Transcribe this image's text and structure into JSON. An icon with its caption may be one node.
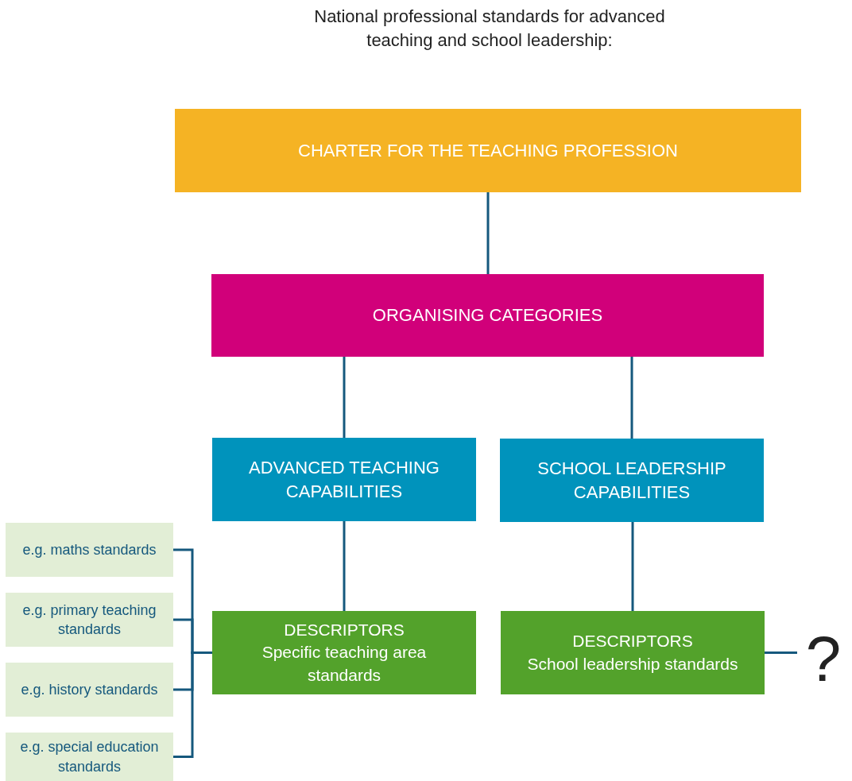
{
  "diagram": {
    "title": "National professional standards for advanced teaching and school leadership:",
    "nodes": [
      {
        "text": [
          "CHARTER FOR THE TEACHING PROFESSION"
        ]
      },
      {
        "text": [
          "ORGANISING CATEGORIES"
        ]
      },
      {
        "text": [
          "ADVANCED TEACHING CAPABILITIES"
        ]
      },
      {
        "text": [
          "SCHOOL LEADERSHIP CAPABILITIES"
        ]
      },
      {
        "text": [
          "DESCRIPTORS",
          "Specific teaching area standards"
        ]
      },
      {
        "text": [
          "DESCRIPTORS",
          "School leadership standards"
        ]
      },
      {
        "text": [
          "e.g. maths standards"
        ]
      },
      {
        "text": [
          "e.g. primary teaching standards"
        ]
      },
      {
        "text": [
          "e.g. history standards"
        ]
      },
      {
        "text": [
          "e.g. special education standards"
        ]
      },
      {
        "text": [
          "?"
        ]
      }
    ],
    "edges": [
      {
        "from": 0,
        "to": 1,
        "arrow": "none"
      },
      {
        "from": 1,
        "to": 2,
        "arrow": "none"
      },
      {
        "from": 1,
        "to": 3,
        "arrow": "none"
      },
      {
        "from": 2,
        "to": 4,
        "arrow": "none"
      },
      {
        "from": 3,
        "to": 5,
        "arrow": "none"
      },
      {
        "from": 6,
        "to": 4,
        "arrow": "none"
      },
      {
        "from": 7,
        "to": 4,
        "arrow": "none"
      },
      {
        "from": 8,
        "to": 4,
        "arrow": "none"
      },
      {
        "from": 9,
        "to": 4,
        "arrow": "none"
      },
      {
        "from": 5,
        "to": 10,
        "arrow": "none"
      }
    ]
  }
}
